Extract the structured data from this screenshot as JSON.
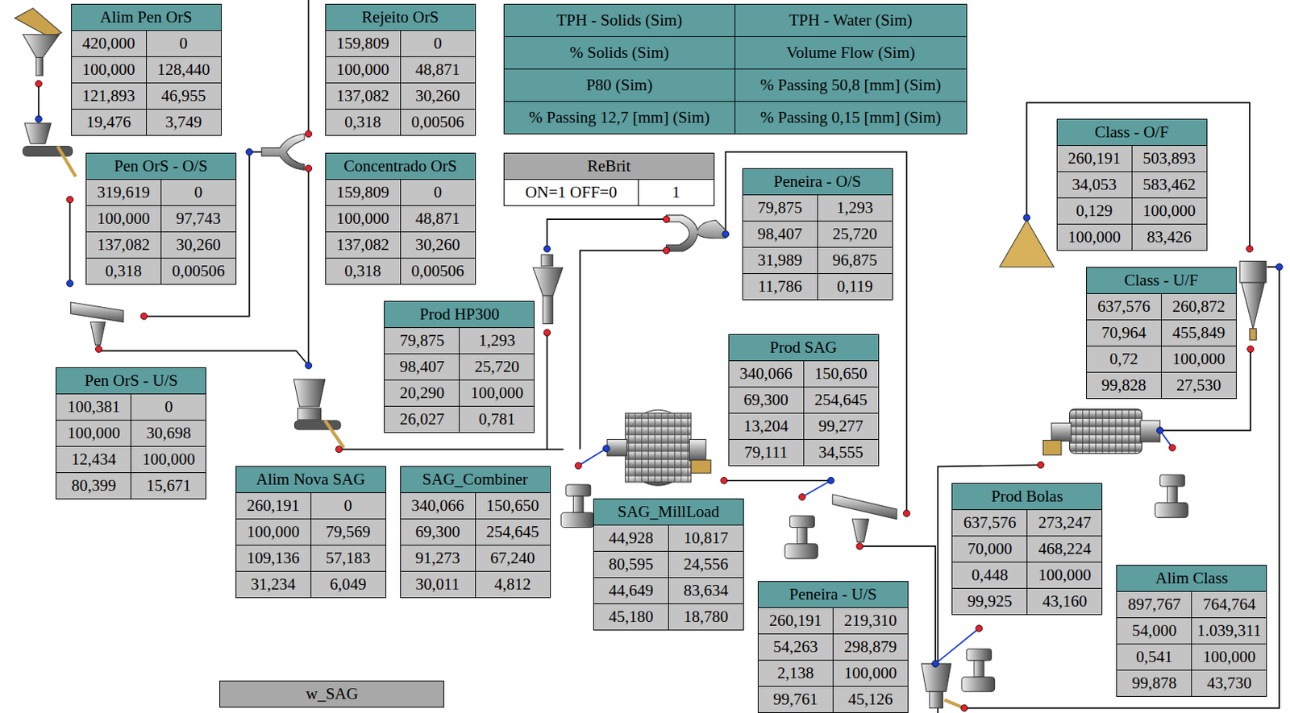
{
  "diagram": {
    "nodes": [
      {
        "text": [
          "Alim Pen OrS",
          "420,000",
          "0",
          "100,000",
          "128,440",
          "121,893",
          "46,955",
          "19,476",
          "3,749"
        ]
      },
      {
        "text": [
          "Rejeito OrS",
          "159,809",
          "0",
          "100,000",
          "48,871",
          "137,082",
          "30,260",
          "0,318",
          "0,00506"
        ]
      },
      {
        "text": [
          "TPH - Solids (Sim)",
          "TPH - Water (Sim)",
          "% Solids (Sim)",
          "Volume Flow (Sim)",
          "P80 (Sim)",
          "% Passing 50,8 [mm] (Sim)",
          "% Passing 12,7 [mm] (Sim)",
          "% Passing 0,15 [mm] (Sim)"
        ]
      },
      {
        "text": [
          "ReBrit",
          "ON=1 OFF=0",
          "1"
        ]
      },
      {
        "text": [
          "Pen OrS - O/S",
          "319,619",
          "0",
          "100,000",
          "97,743",
          "137,082",
          "30,260",
          "0,318",
          "0,00506"
        ]
      },
      {
        "text": [
          "Concentrado OrS",
          "159,809",
          "0",
          "100,000",
          "48,871",
          "137,082",
          "30,260",
          "0,318",
          "0,00506"
        ]
      },
      {
        "text": [
          "Peneira - O/S",
          "79,875",
          "1,293",
          "98,407",
          "25,720",
          "31,989",
          "96,875",
          "11,786",
          "0,119"
        ]
      },
      {
        "text": [
          "Class - O/F",
          "260,191",
          "503,893",
          "34,053",
          "583,462",
          "0,129",
          "100,000",
          "100,000",
          "83,426"
        ]
      },
      {
        "text": [
          "Class - U/F",
          "637,576",
          "260,872",
          "70,964",
          "455,849",
          "0,72",
          "100,000",
          "99,828",
          "27,530"
        ]
      },
      {
        "text": [
          "Prod HP300",
          "79,875",
          "1,293",
          "98,407",
          "25,720",
          "20,290",
          "100,000",
          "26,027",
          "0,781"
        ]
      },
      {
        "text": [
          "Prod SAG",
          "340,066",
          "150,650",
          "69,300",
          "254,645",
          "13,204",
          "99,277",
          "79,111",
          "34,555"
        ]
      },
      {
        "text": [
          "Pen OrS - U/S",
          "100,381",
          "0",
          "100,000",
          "30,698",
          "12,434",
          "100,000",
          "80,399",
          "15,671"
        ]
      },
      {
        "text": [
          "Alim Nova SAG",
          "260,191",
          "0",
          "100,000",
          "79,569",
          "109,136",
          "57,183",
          "31,234",
          "6,049"
        ]
      },
      {
        "text": [
          "SAG_Combiner",
          "340,066",
          "150,650",
          "69,300",
          "254,645",
          "91,273",
          "67,240",
          "30,011",
          "4,812"
        ]
      },
      {
        "text": [
          "SAG_MillLoad",
          "44,928",
          "10,817",
          "80,595",
          "24,556",
          "44,649",
          "83,634",
          "45,180",
          "18,780"
        ]
      },
      {
        "text": [
          "Prod Bolas",
          "637,576",
          "273,247",
          "70,000",
          "468,224",
          "0,448",
          "100,000",
          "99,925",
          "43,160"
        ]
      },
      {
        "text": [
          "Alim Class",
          "897,767",
          "764,764",
          "54,000",
          "1.039,311",
          "0,541",
          "100,000",
          "99,878",
          "43,730"
        ]
      },
      {
        "text": [
          "Peneira - U/S",
          "260,191",
          "219,310",
          "54,263",
          "298,879",
          "2,138",
          "100,000",
          "99,761",
          "45,126"
        ]
      },
      {
        "text": [
          "w_SAG"
        ]
      }
    ]
  }
}
